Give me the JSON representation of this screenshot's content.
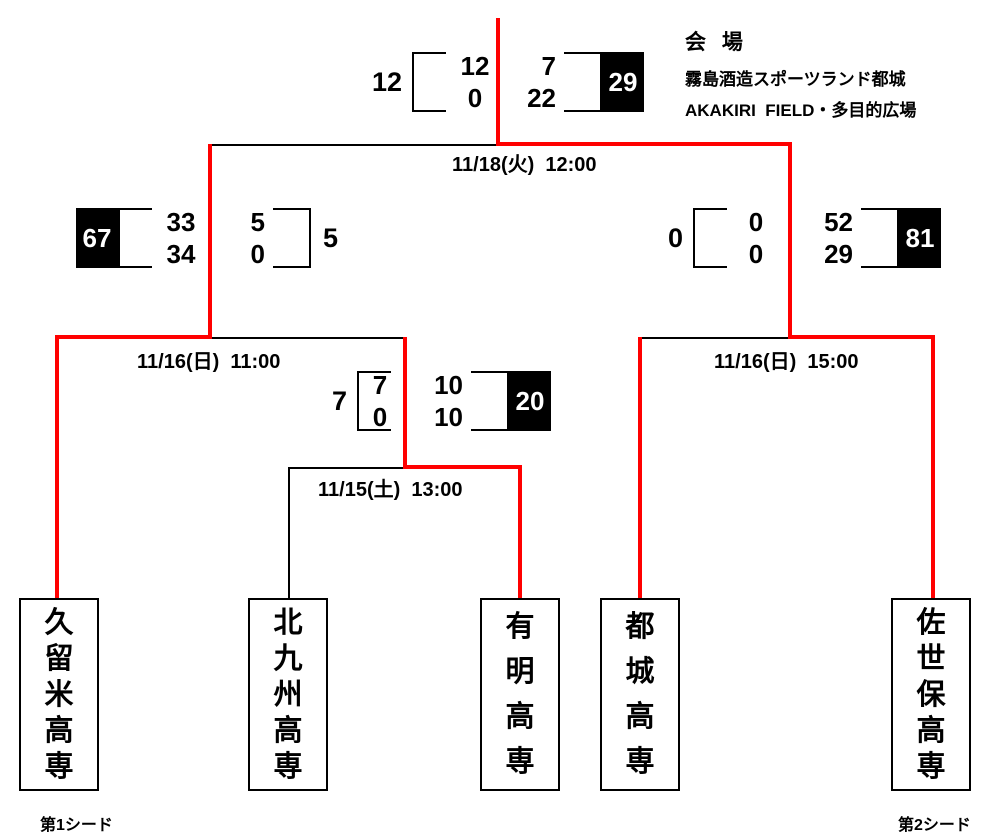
{
  "venue": {
    "heading": "会 場",
    "name": "霧島酒造スポーツランド都城",
    "field": "AKAKIRI  FIELD・多目的広場"
  },
  "teams": [
    "久留米高専",
    "北九州高専",
    "有明高専",
    "都城高専",
    "佐世保高専"
  ],
  "seeds": {
    "seed1": "第1シード",
    "seed2": "第2シード"
  },
  "matches": {
    "final": {
      "datetime": "11/18(火)  12:00",
      "left": {
        "team": "久留米高専",
        "total": "12",
        "half1": "12",
        "half2": "0",
        "winner": false
      },
      "right": {
        "team": "佐世保高専",
        "total": "29",
        "half1": "7",
        "half2": "22",
        "winner": true
      }
    },
    "semifinal_left": {
      "datetime": "11/16(日)  11:00",
      "left": {
        "team": "久留米高専",
        "total": "67",
        "half1": "33",
        "half2": "34",
        "winner": true
      },
      "right": {
        "team": "有明高専",
        "total": "5",
        "half1": "5",
        "half2": "0",
        "winner": false
      }
    },
    "semifinal_right": {
      "datetime": "11/16(日)  15:00",
      "left": {
        "team": "都城高専",
        "total": "0",
        "half1": "0",
        "half2": "0",
        "winner": false
      },
      "right": {
        "team": "佐世保高専",
        "total": "81",
        "half1": "52",
        "half2": "29",
        "winner": true
      }
    },
    "first_round": {
      "datetime": "11/15(土)  13:00",
      "left": {
        "team": "北九州高専",
        "total": "7",
        "half1": "7",
        "half2": "0",
        "winner": false
      },
      "right": {
        "team": "有明高専",
        "total": "20",
        "half1": "10",
        "half2": "10",
        "winner": true
      }
    }
  },
  "colors": {
    "winner_path_red": "#ff0000",
    "line_black": "#000000",
    "winner_box_bg": "#000000",
    "winner_box_text": "#ffffff"
  }
}
